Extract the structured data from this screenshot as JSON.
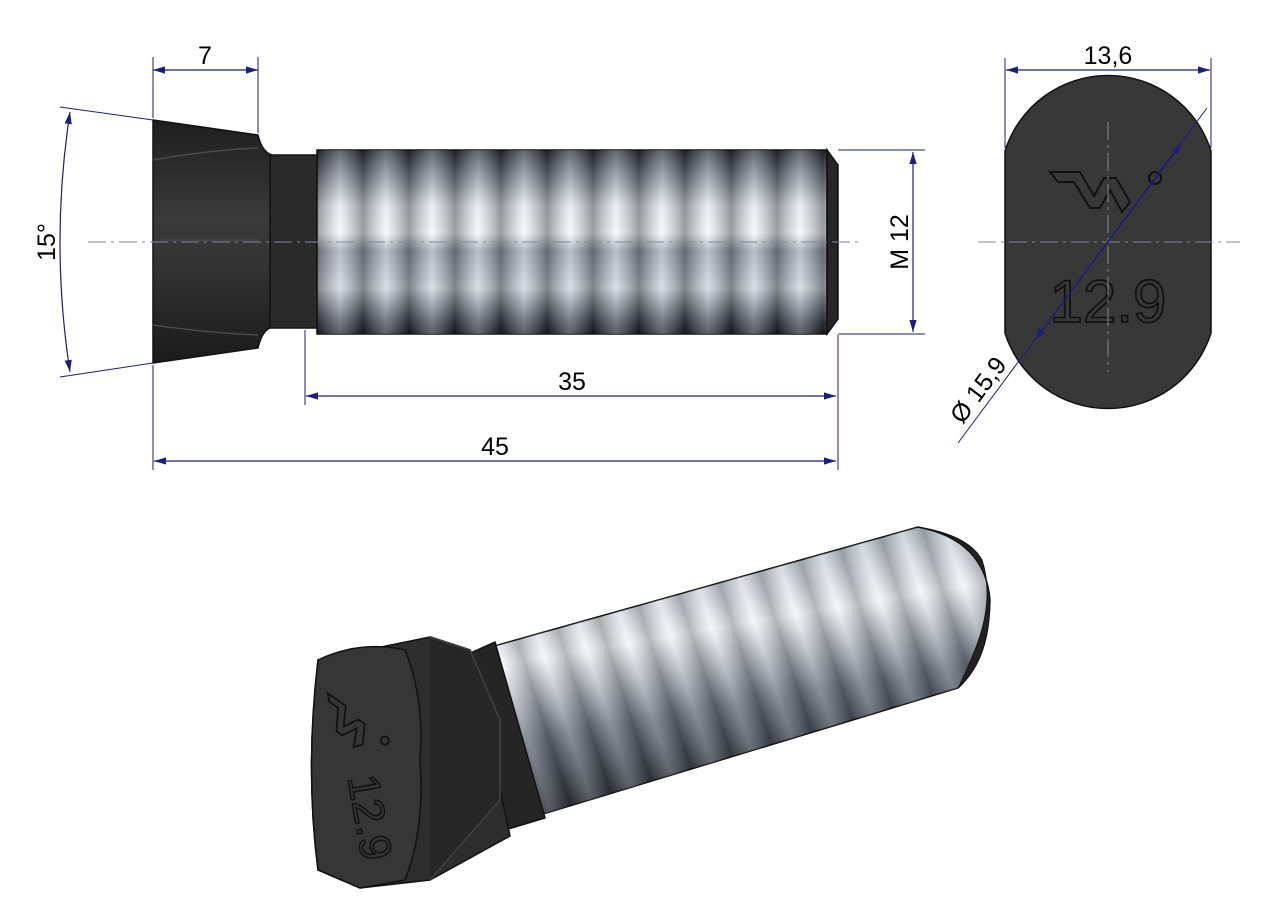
{
  "colors": {
    "dimension": "#1a1f7a",
    "center_line": "#7f8aa0",
    "head": "#2c2c2c",
    "head_face": "#383838",
    "thread_light": "#e8eef5",
    "thread_dark": "#3a4050",
    "background": "#ffffff"
  },
  "dimensions": {
    "head_length": "7",
    "head_angle": "15°",
    "thread_size": "M 12",
    "thread_length": "35",
    "total_length": "45",
    "head_width": "13,6",
    "head_diameter": "Ø 15,9"
  },
  "marking": {
    "strength_class": "12.9",
    "logo_icon": "w-logo-icon"
  }
}
